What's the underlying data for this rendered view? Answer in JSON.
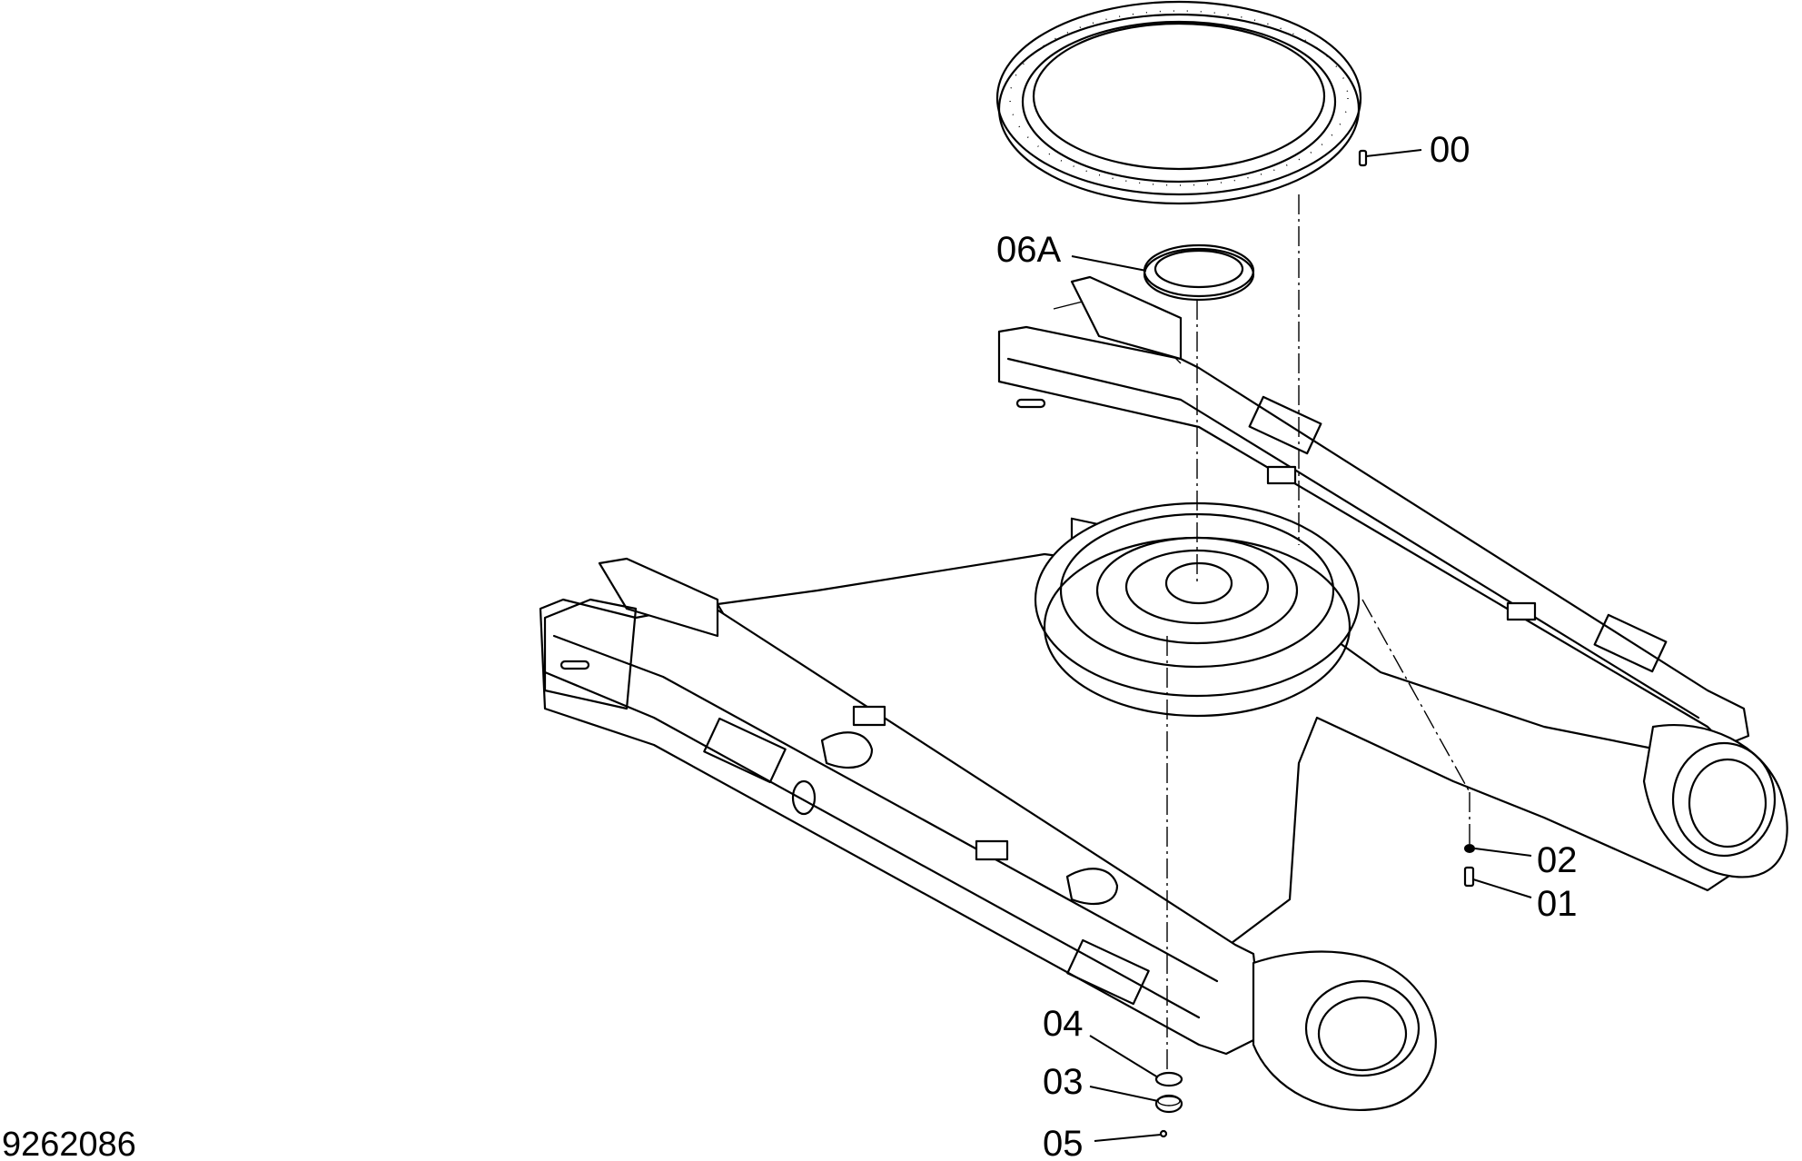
{
  "drawing_number": "9262086",
  "callouts": {
    "c00": "00",
    "c06a": "06A",
    "c02": "02",
    "c01": "01",
    "c04": "04",
    "c03": "03",
    "c05": "05"
  }
}
